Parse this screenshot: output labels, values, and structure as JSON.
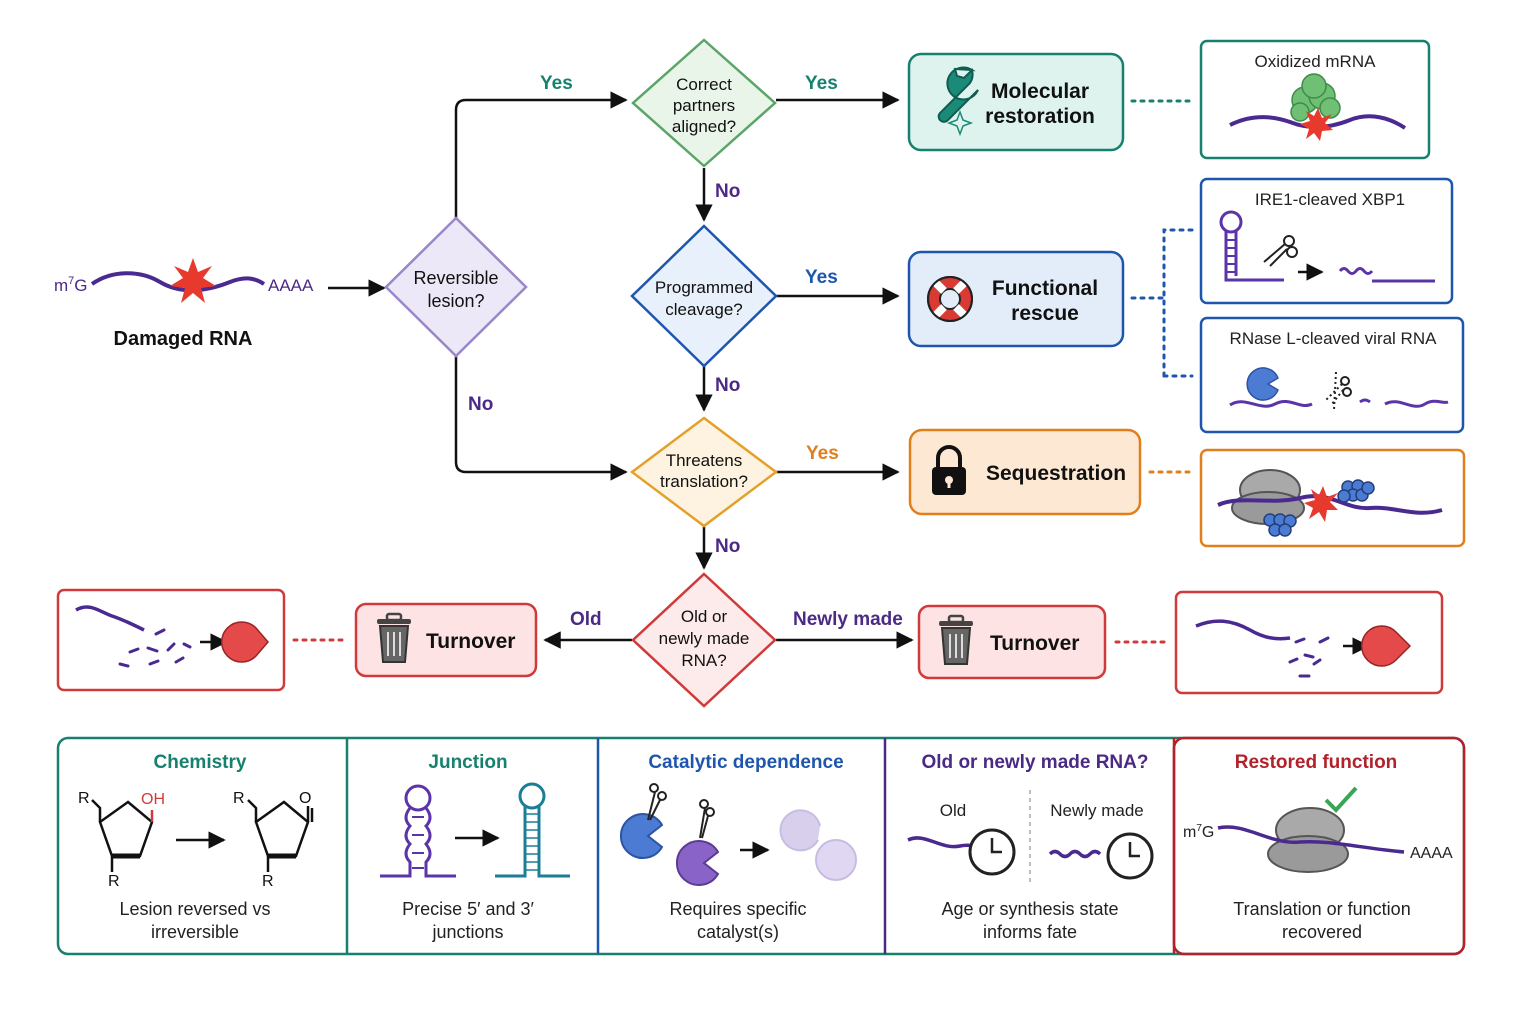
{
  "start": {
    "cap": "m7G",
    "cap_base": "m",
    "cap_sup": "7",
    "cap_end": "G",
    "tail": "AAAA",
    "label": "Damaged RNA"
  },
  "decisions": {
    "reversible": [
      "Reversible",
      "lesion?"
    ],
    "partners": [
      "Correct",
      "partners",
      "aligned?"
    ],
    "cleavage": [
      "Programmed",
      "cleavage?"
    ],
    "translation": [
      "Threatens",
      "translation?"
    ],
    "age": [
      "Old or",
      "newly made",
      "RNA?"
    ]
  },
  "edges": {
    "yes": "Yes",
    "no": "No",
    "old": "Old",
    "newly_made": "Newly made"
  },
  "outcomes": {
    "restoration": [
      "Molecular",
      "restoration"
    ],
    "rescue": [
      "Functional",
      "rescue"
    ],
    "sequestration": "Sequestration",
    "turnover": "Turnover"
  },
  "examples": {
    "oxidized": "Oxidized mRNA",
    "xbp1": "IRE1-cleaved XBP1",
    "rnase": "RNase L-cleaved viral RNA"
  },
  "criteria": [
    {
      "title": "Chemistry",
      "caption": [
        "Lesion reversed vs",
        "irreversible"
      ],
      "labels": {
        "r": "R",
        "oh": "OH",
        "o": "O"
      }
    },
    {
      "title": "Junction",
      "caption": [
        "Precise 5′ and 3′",
        "junctions"
      ]
    },
    {
      "title": "Catalytic dependence",
      "caption": [
        "Requires specific",
        "catalyst(s)"
      ]
    },
    {
      "title": "Old or newly made RNA?",
      "caption": [
        "Age or synthesis state",
        "informs fate"
      ],
      "labels": {
        "old": "Old",
        "new": "Newly made"
      }
    },
    {
      "title": "Restored function",
      "caption": [
        "Translation or function",
        "recovered"
      ],
      "labels": {
        "cap_base": "m",
        "cap_sup": "7",
        "cap_end": "G",
        "tail": "AAAA"
      }
    }
  ],
  "colors": {
    "teal": "#17806f",
    "green": "#5aa567",
    "purple": "#4b2a86",
    "lavender": "#9a86c9",
    "blue": "#1f56ad",
    "orange": "#e07f1c",
    "red": "#d03a3a",
    "darkred": "#b3212b",
    "rna": "#4a2a90"
  }
}
